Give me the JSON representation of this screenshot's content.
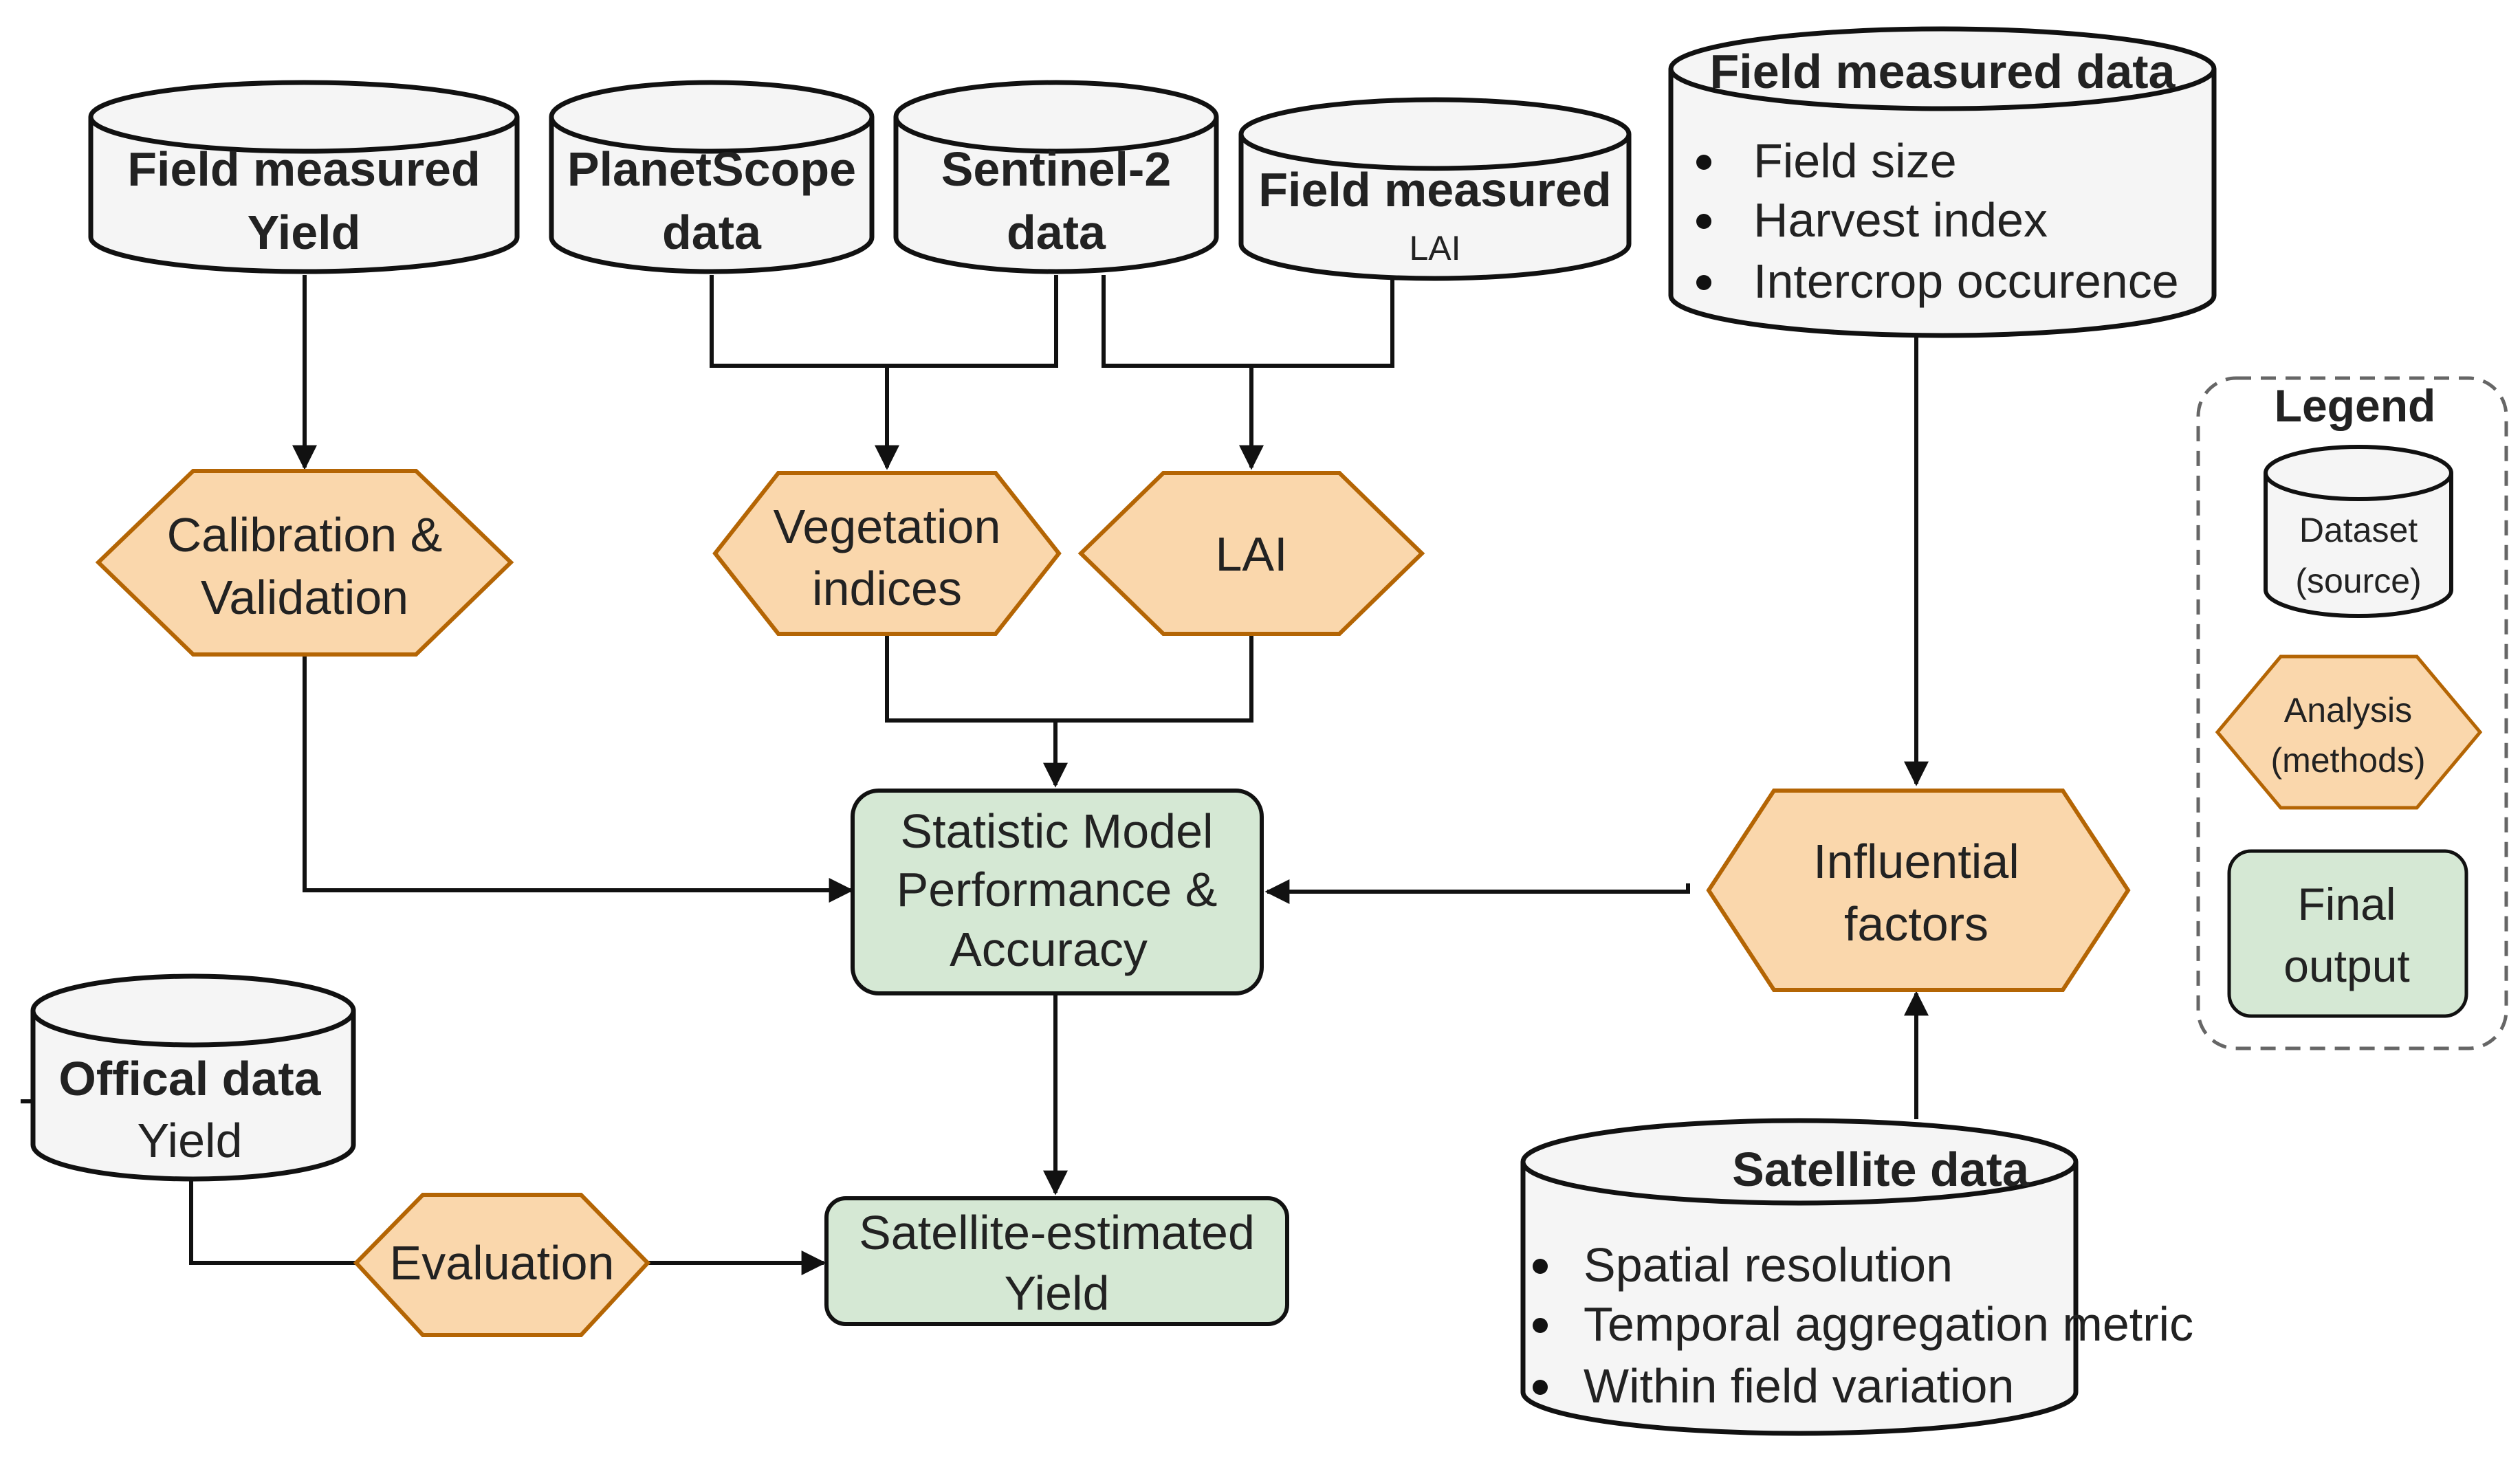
{
  "datasets": {
    "field_yield": {
      "line1": "Field measured",
      "line2": "Yield"
    },
    "planetscope": {
      "line1": "PlanetScope",
      "line2": "data"
    },
    "sentinel2": {
      "line1": "Sentinel-2",
      "line2": "data"
    },
    "field_lai": {
      "line1": "Field measured",
      "line2": "LAI"
    },
    "field_measured": {
      "title": "Field measured data",
      "items": [
        "Field size",
        "Harvest index",
        "Intercrop occurence"
      ]
    },
    "official": {
      "line1": "Offical data",
      "line2": "Yield"
    },
    "satellite": {
      "title": "Satellite data",
      "items": [
        "Spatial resolution",
        "Temporal aggregation metric",
        "Within field variation"
      ]
    }
  },
  "analyses": {
    "calibration": {
      "line1": "Calibration &",
      "line2": "Validation"
    },
    "vegetation": {
      "line1": "Vegetation",
      "line2": "indices"
    },
    "lai": {
      "line1": "LAI"
    },
    "influential": {
      "line1": "Influential",
      "line2": "factors"
    },
    "evaluation": {
      "line1": "Evaluation"
    }
  },
  "outputs": {
    "statistic_model": {
      "line1": "Statistic Model",
      "line2": "Performance &",
      "line3": "Accuracy"
    },
    "satellite_yield": {
      "line1": "Satellite-estimated",
      "line2": "Yield"
    }
  },
  "legend": {
    "title": "Legend",
    "dataset": {
      "line1": "Dataset",
      "line2": "(source)"
    },
    "analysis": {
      "line1": "Analysis",
      "line2": "(methods)"
    },
    "output": {
      "line1": "Final",
      "line2": "output"
    }
  },
  "colors": {
    "dataset_fill": "#f5f5f5",
    "analysis_fill": "#fad7ac",
    "analysis_stroke": "#b46504",
    "output_fill": "#d5e8d4",
    "line": "#111111"
  }
}
